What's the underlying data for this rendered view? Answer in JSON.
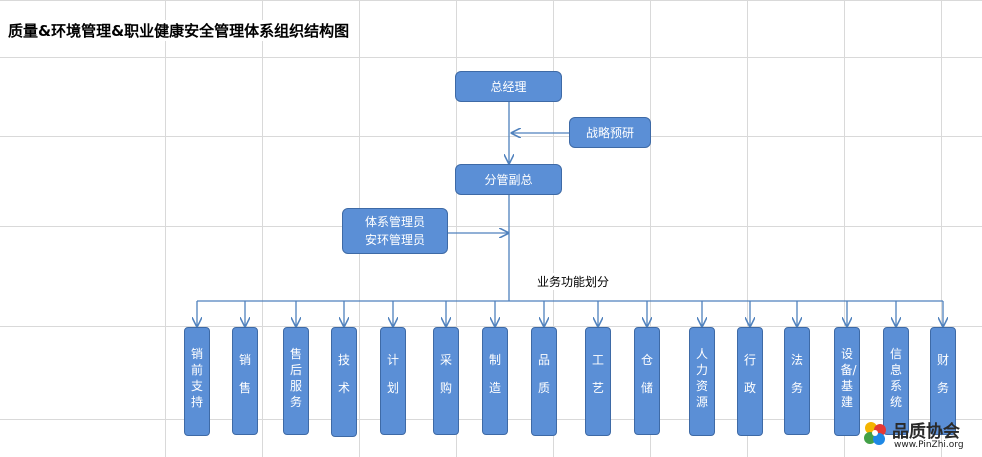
{
  "title": "质量&环境管理&职业健康安全管理体系组织结构图",
  "nodes": {
    "gm": "总经理",
    "strategy": "战略预研",
    "vgm": "分管副总",
    "system_admin_line1": "体系管理员",
    "system_admin_line2": "安环管理员"
  },
  "function_label": "业务功能划分",
  "departments": [
    "销前支持",
    "销 售",
    "售后服务",
    "技 术",
    "计 划",
    "采 购",
    "制 造",
    "品 质",
    "工 艺",
    "仓 储",
    "人力资源",
    "行 政",
    "法 务",
    "设备/基建",
    "信息系统",
    "财 务"
  ],
  "logo": {
    "name": "品质协会",
    "url": "www.PinZhi.org"
  },
  "colors": {
    "box_fill": "#5b8fd6",
    "box_border": "#3e6aa6",
    "connector": "#4f81bd"
  }
}
